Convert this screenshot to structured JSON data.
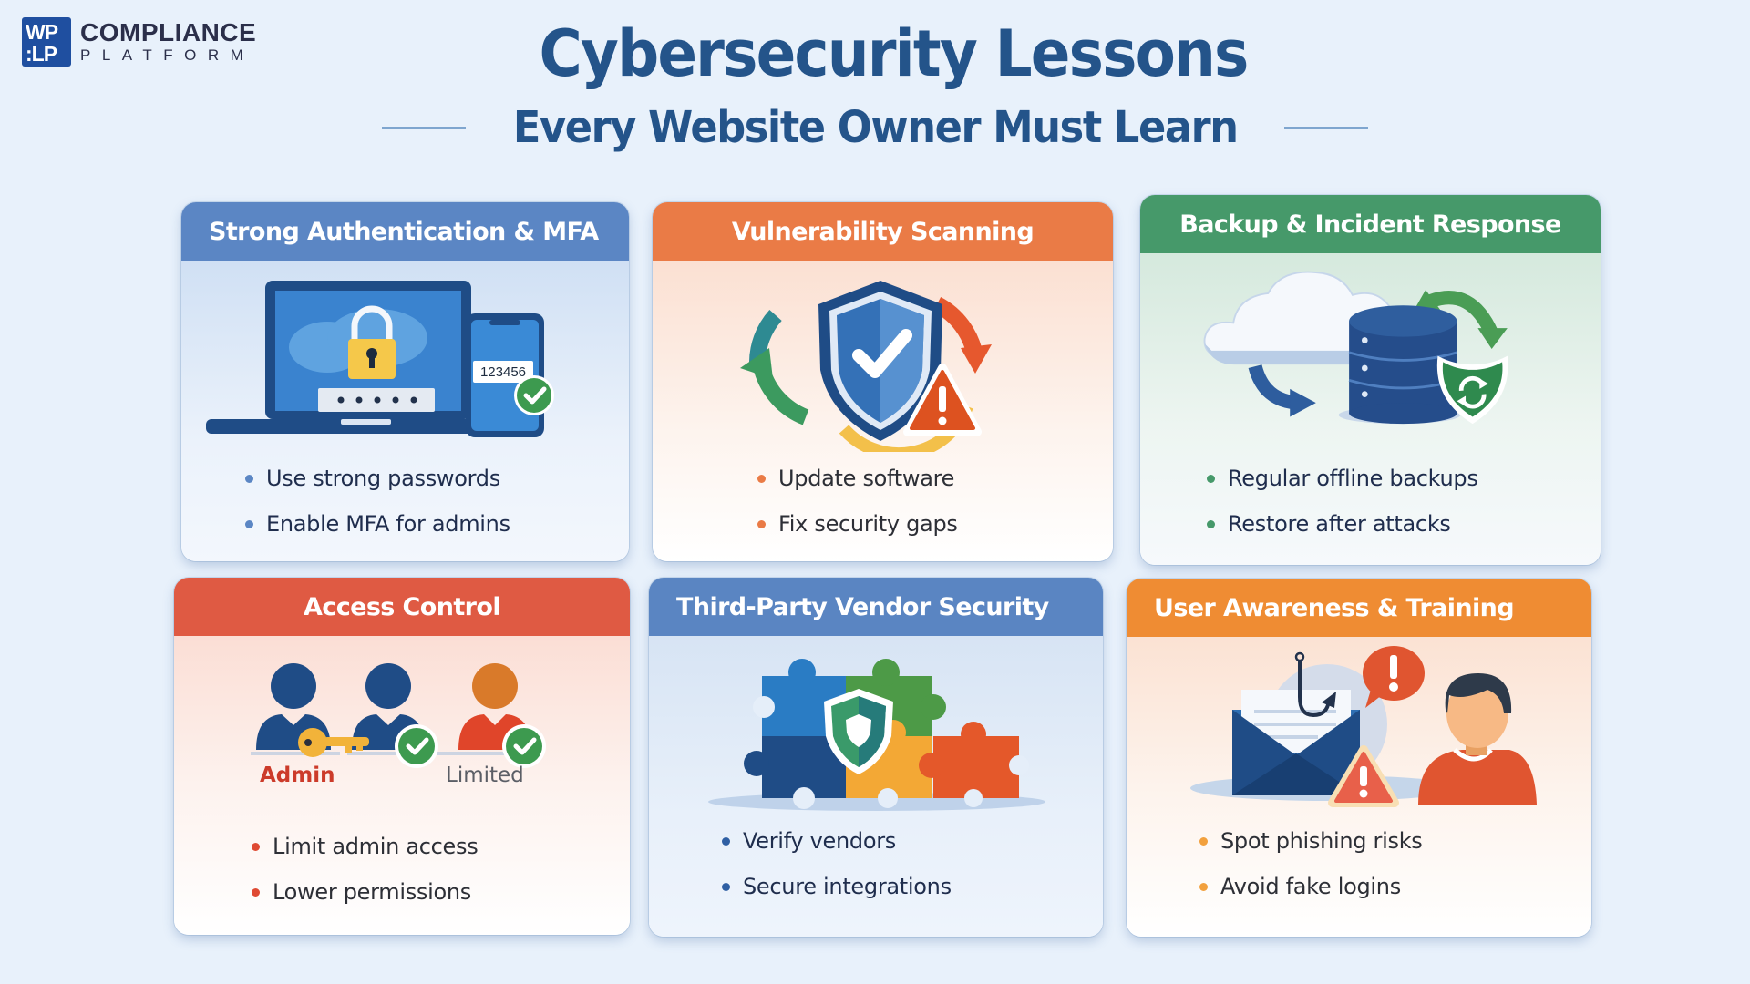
{
  "logo": {
    "mark_line1": "WP",
    "mark_line2": ":LP",
    "name": "COMPLIANCE",
    "tagline": "PLATFORM"
  },
  "header": {
    "title": "Cybersecurity Lessons",
    "subtitle": "Every Website Owner Must Learn"
  },
  "colors": {
    "background": "#e8f1fb",
    "title": "#24548a",
    "blue_header": "#5b86c4",
    "orange_header": "#ea7b46",
    "green_header": "#46996a",
    "red_header": "#df5a43",
    "amber_header": "#ef8c33"
  },
  "cards": [
    {
      "title": "Strong Authentication & MFA",
      "illustration": {
        "icons": [
          "laptop-icon",
          "padlock-icon",
          "password-field-icon",
          "smartphone-icon",
          "check-badge-icon"
        ],
        "password_mask": "* • • • •",
        "otp_code": "123456"
      },
      "bullets": [
        "Use strong passwords",
        "Enable MFA for admins"
      ]
    },
    {
      "title": "Vulnerability Scanning",
      "illustration": {
        "icons": [
          "shield-check-icon",
          "refresh-cycle-icon",
          "warning-triangle-icon"
        ]
      },
      "bullets": [
        "Update software",
        "Fix security gaps"
      ]
    },
    {
      "title": "Backup & Incident Response",
      "illustration": {
        "icons": [
          "cloud-icon",
          "database-icon",
          "sync-arrows-icon",
          "shield-restore-icon"
        ]
      },
      "bullets": [
        "Regular offline backups",
        "Restore after attacks"
      ]
    },
    {
      "title": "Access Control",
      "illustration": {
        "icons": [
          "admin-user-icon",
          "key-icon",
          "user-icon",
          "limited-user-icon",
          "check-badge-icon"
        ],
        "role_admin": "Admin",
        "role_limited": "Limited"
      },
      "bullets": [
        "Limit admin access",
        "Lower permissions"
      ]
    },
    {
      "title": "Third-Party Vendor Security",
      "illustration": {
        "icons": [
          "puzzle-pieces-icon",
          "shield-icon"
        ]
      },
      "bullets": [
        "Verify vendors",
        "Secure integrations"
      ]
    },
    {
      "title": "User Awareness & Training",
      "illustration": {
        "icons": [
          "phishing-email-icon",
          "fish-hook-icon",
          "alert-bubble-icon",
          "warning-triangle-icon",
          "person-icon"
        ]
      },
      "bullets": [
        "Spot phishing risks",
        "Avoid fake logins"
      ]
    }
  ]
}
